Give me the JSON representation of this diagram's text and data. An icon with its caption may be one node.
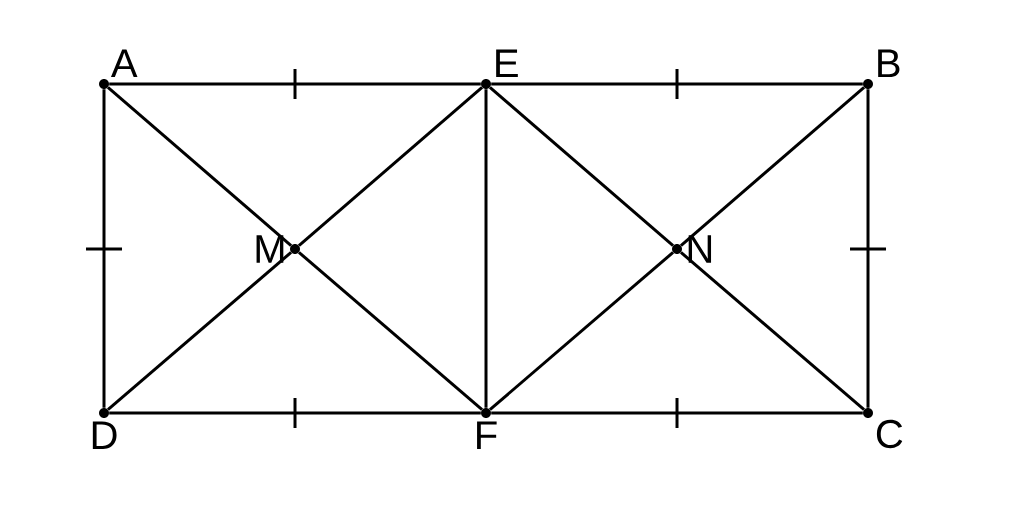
{
  "diagram": {
    "nodes": [
      {
        "text": [
          "A"
        ]
      },
      {
        "text": [
          "E"
        ]
      },
      {
        "text": [
          "B"
        ]
      },
      {
        "text": [
          "M"
        ]
      },
      {
        "text": [
          "N"
        ]
      },
      {
        "text": [
          "D"
        ]
      },
      {
        "text": [
          "F"
        ]
      },
      {
        "text": [
          "C"
        ]
      }
    ],
    "edges": [
      {
        "from": 0,
        "to": 1,
        "arrow": "none"
      },
      {
        "from": 1,
        "to": 2,
        "arrow": "none"
      },
      {
        "from": 2,
        "to": 7,
        "arrow": "none"
      },
      {
        "from": 6,
        "to": 7,
        "arrow": "none"
      },
      {
        "from": 5,
        "to": 6,
        "arrow": "none"
      },
      {
        "from": 0,
        "to": 5,
        "arrow": "none"
      },
      {
        "from": 1,
        "to": 6,
        "arrow": "none"
      },
      {
        "from": 0,
        "to": 3,
        "arrow": "none"
      },
      {
        "from": 3,
        "to": 6,
        "arrow": "none"
      },
      {
        "from": 1,
        "to": 3,
        "arrow": "none"
      },
      {
        "from": 3,
        "to": 5,
        "arrow": "none"
      },
      {
        "from": 1,
        "to": 4,
        "arrow": "none"
      },
      {
        "from": 4,
        "to": 7,
        "arrow": "none"
      },
      {
        "from": 2,
        "to": 4,
        "arrow": "none"
      },
      {
        "from": 4,
        "to": 6,
        "arrow": "none"
      }
    ]
  }
}
